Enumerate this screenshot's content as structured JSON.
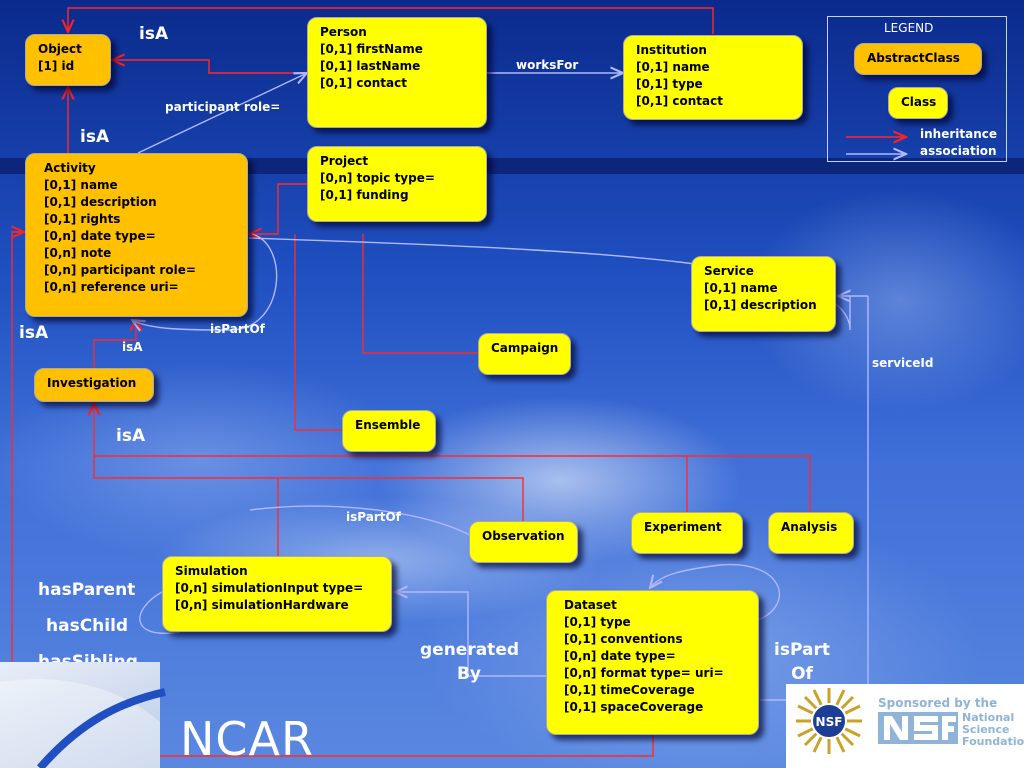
{
  "legend": {
    "title": "LEGEND",
    "abstract_class": "AbstractClass",
    "class": "Class",
    "inheritance": "inheritance",
    "association": "association",
    "inheritance_color": "#ff2020",
    "association_color": "#a0a8ff"
  },
  "classes": {
    "object": [
      "Object",
      "[1] id"
    ],
    "person": [
      "Person",
      "[0,1] firstName",
      "[0,1] lastName",
      "[0,1] contact"
    ],
    "institution": [
      "Institution",
      "[0,1] name",
      "[0,1] type",
      "[0,1] contact"
    ],
    "activity": [
      "Activity",
      "[0,1] name",
      "[0,1] description",
      "[0,1] rights",
      "[0,n] date type=",
      "[0,n] note",
      "[0,n] participant role=",
      "[0,n] reference uri="
    ],
    "project": [
      "Project",
      "[0,n] topic type=",
      "[0,1] funding"
    ],
    "service": [
      "Service",
      "[0,1] name",
      "[0,1] description"
    ],
    "campaign": [
      "Campaign"
    ],
    "investigation": [
      "Investigation"
    ],
    "ensemble": [
      "Ensemble"
    ],
    "observation": [
      "Observation"
    ],
    "experiment": [
      "Experiment"
    ],
    "analysis": [
      "Analysis"
    ],
    "simulation": [
      "Simulation",
      "[0,n] simulationInput type=",
      "[0,n] simulationHardware"
    ],
    "dataset": [
      "Dataset",
      "[0,1] type",
      "[0,1] conventions",
      "[0,n] date type=",
      "[0,n] format type= uri=",
      "[0,1] timeCoverage",
      "[0,1] spaceCoverage"
    ]
  },
  "labels": {
    "isA_top": "isA",
    "isA_activity": "isA",
    "isA_left": "isA",
    "isA_small": "isA",
    "isA_investigation": "isA",
    "participant_role": "participant role=",
    "works_for": "worksFor",
    "is_part_of_activity": "isPartOf",
    "service_id": "serviceId",
    "is_part_of_mid": "isPartOf",
    "has_parent": "hasParent",
    "has_child": "hasChild",
    "has_sibling": "hasSibling",
    "generated_by_1": "generated",
    "generated_by_2": "By",
    "is_part_of_dataset_1": "isPart",
    "is_part_of_dataset_2": "Of"
  },
  "branding": {
    "ncar": "NCAR",
    "sponsored_by": "Sponsored by the",
    "nsf_line1": "National",
    "nsf_line2": "Science",
    "nsf_line3": "Foundation",
    "nsf_seal_text": "NSF"
  }
}
